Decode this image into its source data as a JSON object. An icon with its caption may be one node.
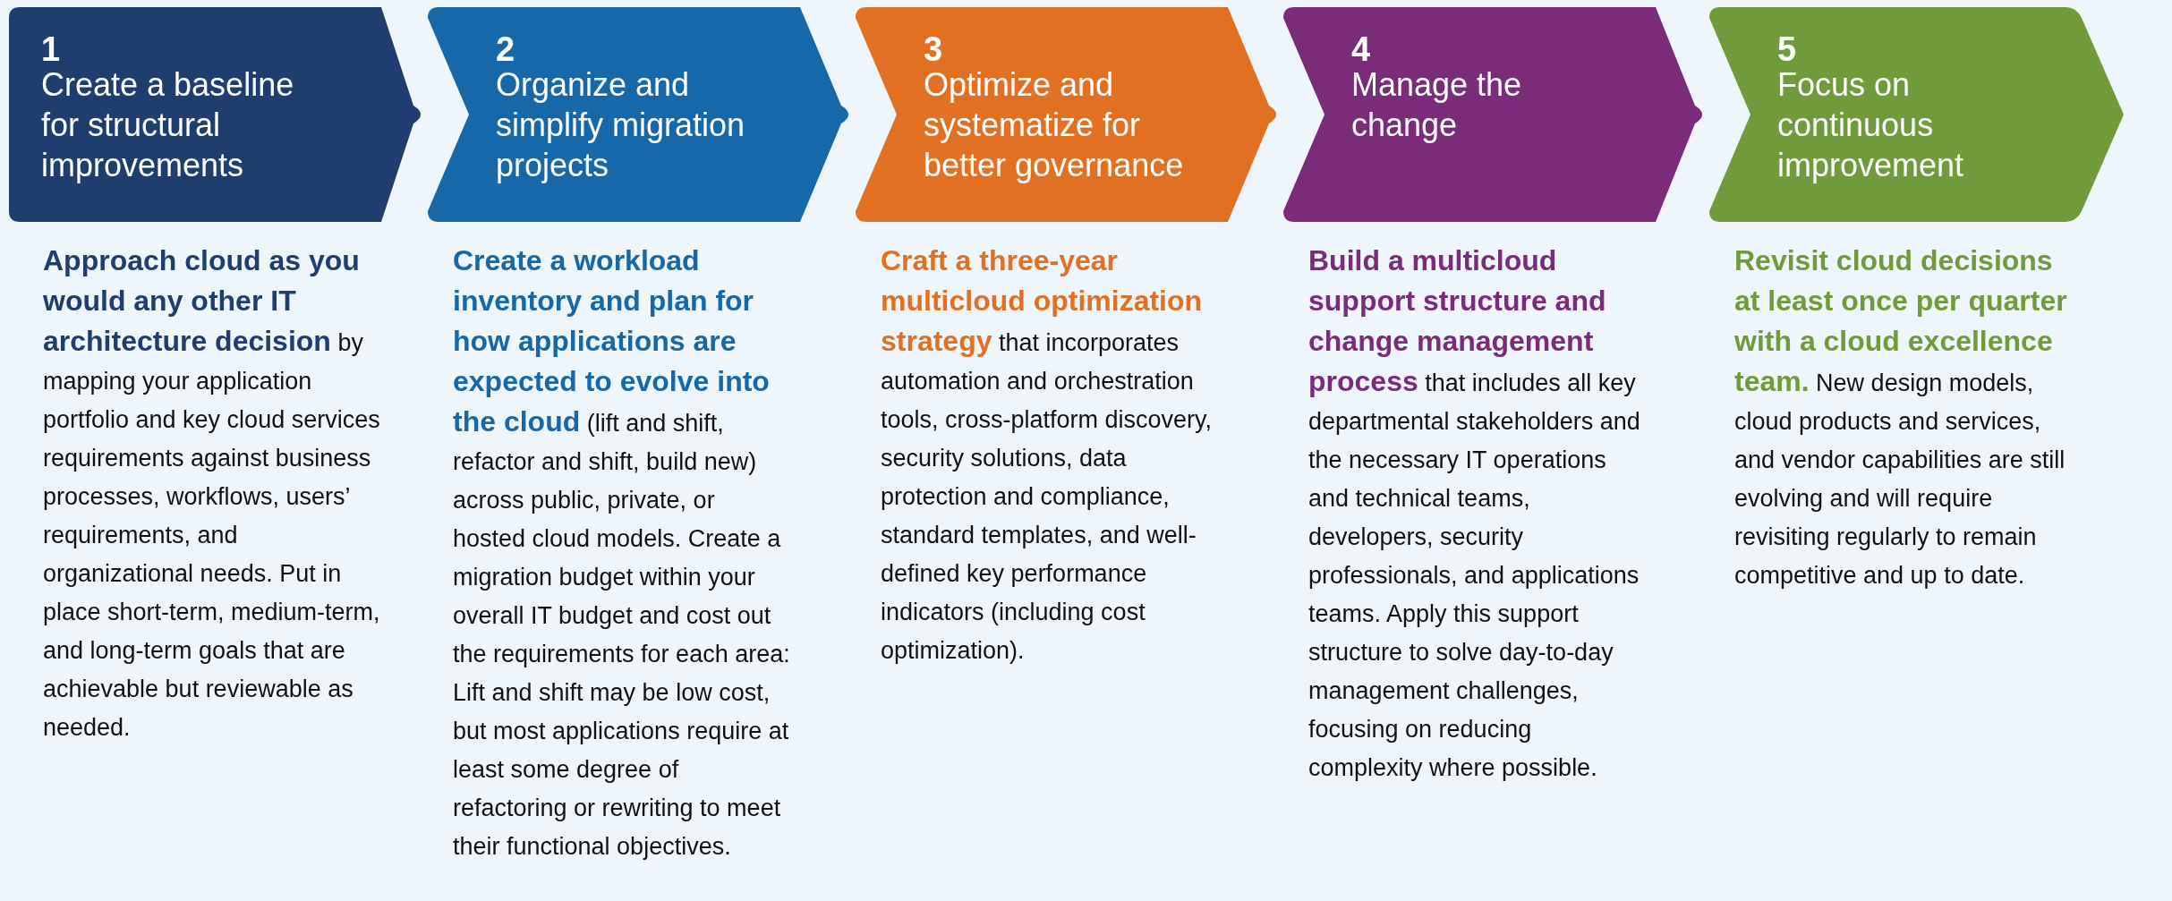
{
  "diagram": {
    "nodes": [
      {
        "text": [
          "1",
          "Create a baseline for structural improvements"
        ],
        "beside": [
          "**Approach cloud as you would any other IT architecture decision** by mapping your application portfolio and key cloud services requirements against business processes, workflows, users’ requirements, and organizational needs. Put in place short-term, medium-term, and long-term goals that are achievable but reviewable as needed."
        ]
      },
      {
        "text": [
          "2",
          "Organize and simplify migration projects"
        ],
        "beside": [
          "**Create a workload inventory and plan for how applications are expected to evolve into the cloud** (lift and shift, refactor and shift, build new) across public, private, or hosted cloud models. Create a migration budget within your overall IT budget and cost out the requirements for each area: Lift and shift may be low cost, but most applications require at least some degree of refactoring or rewriting to meet their functional objectives."
        ]
      },
      {
        "text": [
          "3",
          "Optimize and systematize for better governance"
        ],
        "beside": [
          "**Craft a three-year multicloud optimization strategy** that incorporates automation and orchestration tools, cross-platform discovery, security solutions, data protection and compliance, standard templates, and well-defined key performance indicators (including cost optimization)."
        ]
      },
      {
        "text": [
          "4",
          "Manage the change"
        ],
        "beside": [
          "**Build a multicloud support structure and change management process** that includes all key departmental stakeholders and the necessary IT operations and technical teams, developers, security professionals, and applications teams. Apply this support structure to solve day-to-day management challenges, focusing on reducing complexity where possible."
        ]
      },
      {
        "text": [
          "5",
          "Focus on continuous improvement"
        ],
        "beside": [
          "**Revisit cloud decisions at least once per quarter with a cloud excellence team.** New design models, cloud products and services, and vendor capabilities are still evolving and will require revisiting regularly to remain competitive and up to date."
        ]
      }
    ],
    "edges": [
      {
        "from": 0,
        "to": 1,
        "arrow": "to"
      },
      {
        "from": 1,
        "to": 2,
        "arrow": "to"
      },
      {
        "from": 2,
        "to": 3,
        "arrow": "to"
      },
      {
        "from": 3,
        "to": 4,
        "arrow": "to"
      }
    ]
  }
}
